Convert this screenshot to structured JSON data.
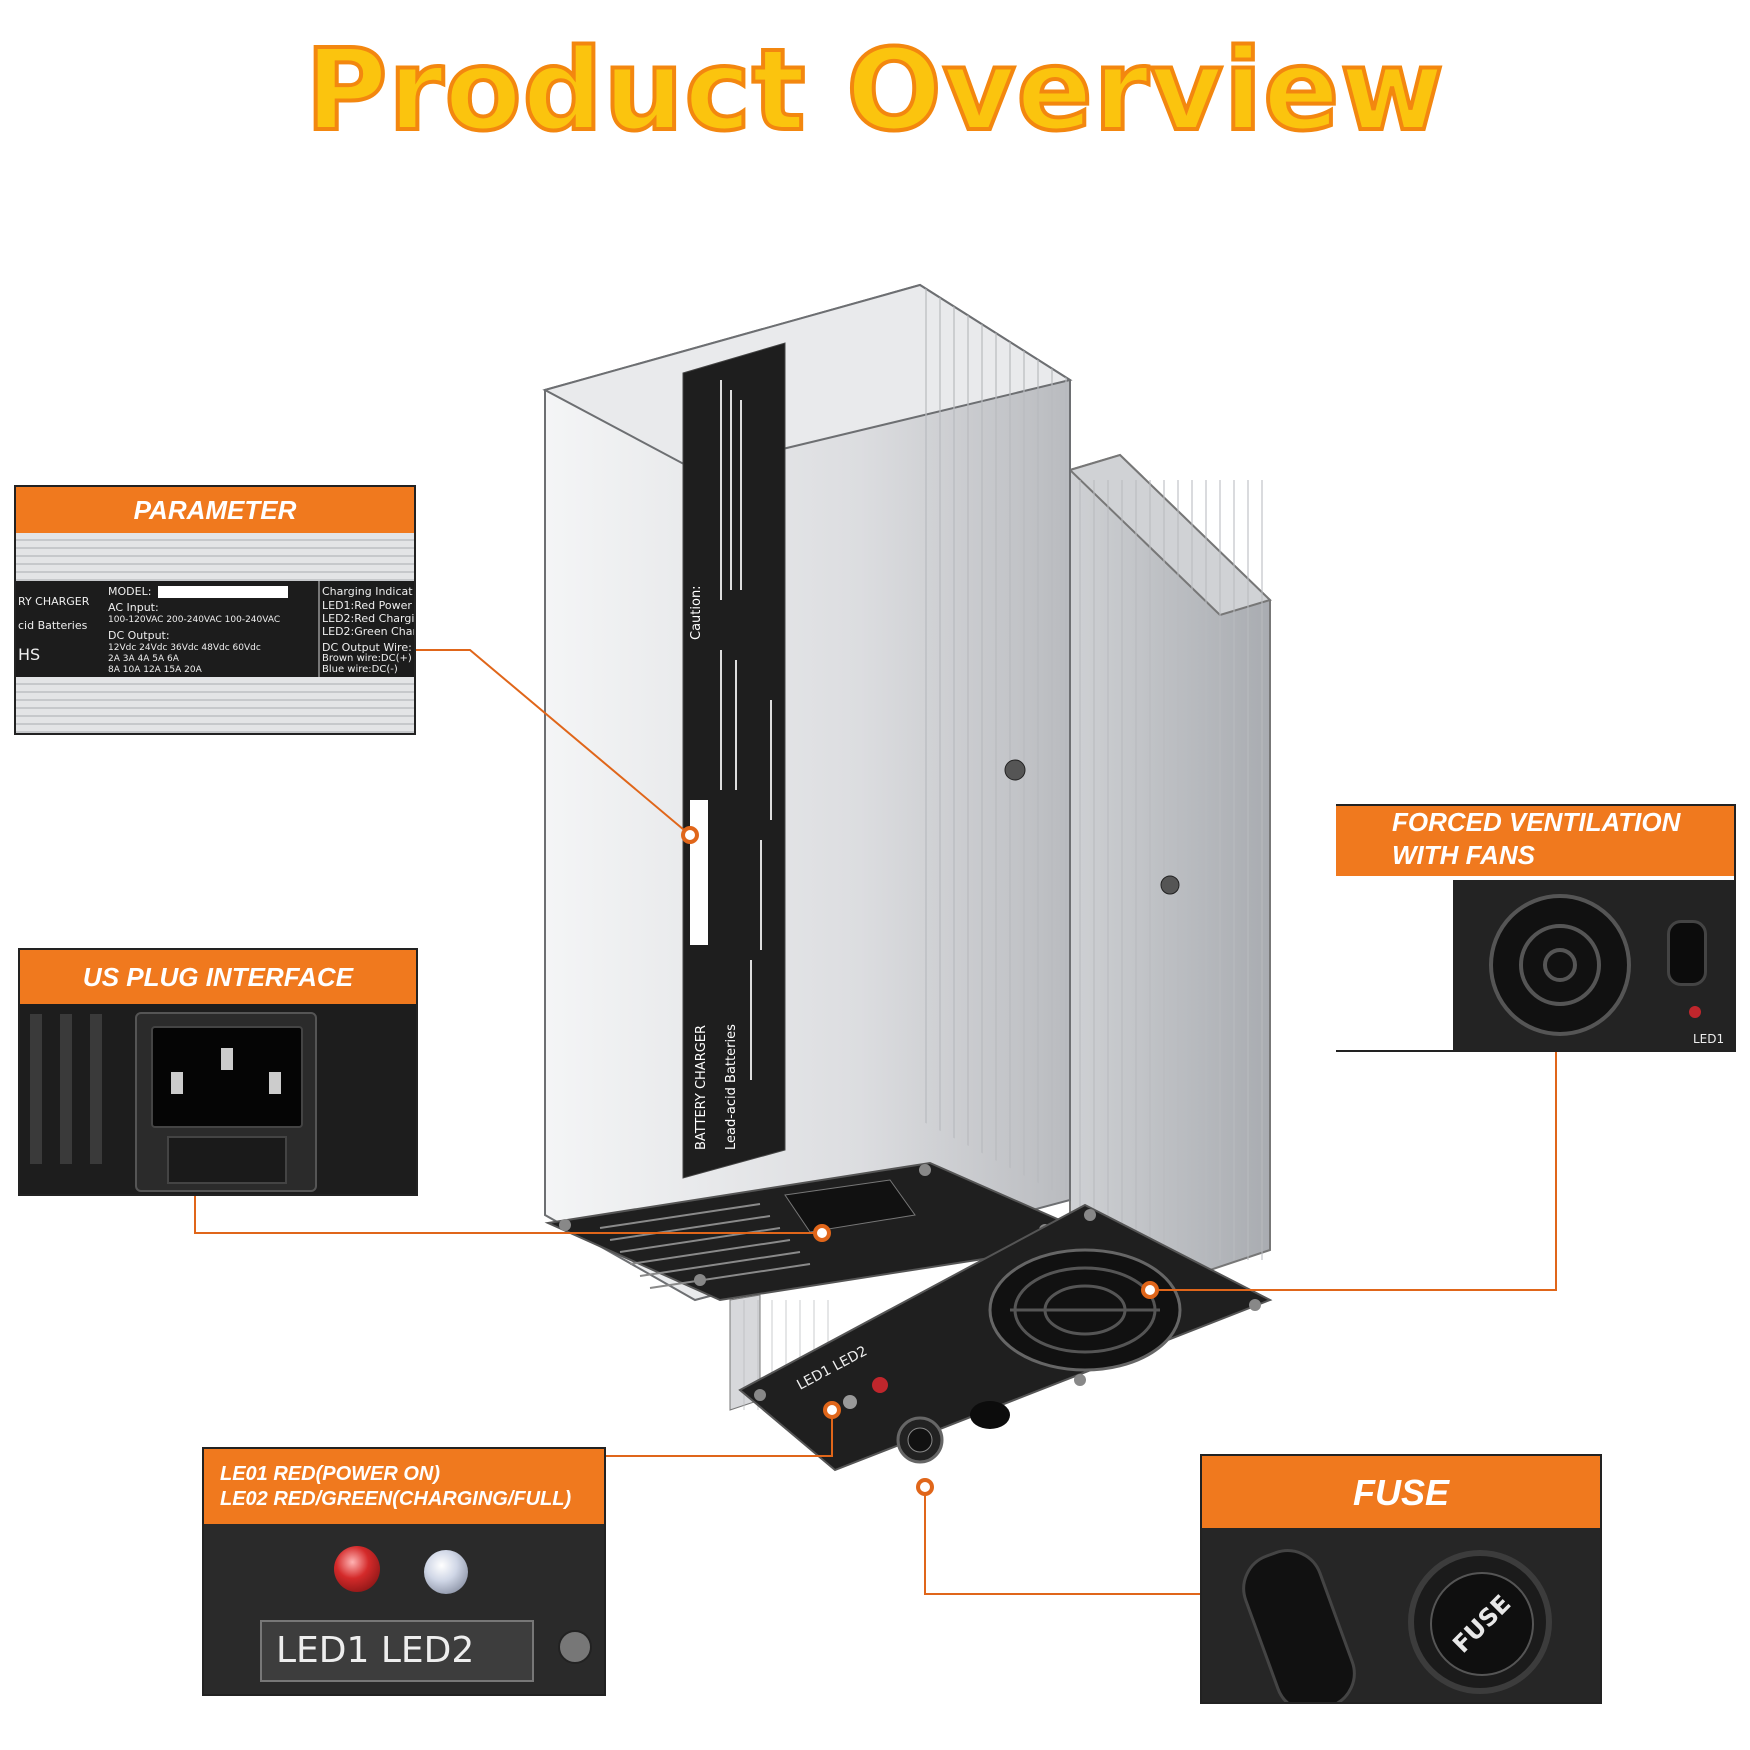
{
  "page": {
    "title": "Product Overview"
  },
  "callouts": {
    "parameter": {
      "heading": "PARAMETER",
      "label_lines": {
        "left1": "RY CHARGER",
        "left2": "cid Batteries",
        "left3": "HS",
        "model": "MODEL:",
        "ac_input": "AC Input:",
        "ac_options": "100-120VAC   200-240VAC   100-240VAC",
        "dc_output": "DC Output:",
        "volts": "12Vdc  24Vdc  36Vdc  48Vdc  60Vdc",
        "amps1": "2A    3A    4A    5A    6A",
        "amps2": "8A    10A   12A   15A   20A",
        "charging": "Charging Indicat",
        "led1": "LED1:Red Power",
        "led2": "LED2:Red Chargi",
        "led2g": "LED2:Green Char",
        "dc_wire": "DC Output Wire:",
        "brown": "Brown wire:DC(+)",
        "blue": "Blue wire:DC(-)"
      }
    },
    "us_plug": {
      "heading": "US PLUG INTERFACE"
    },
    "ventilation": {
      "heading_line1": "FORCED VENTILATION",
      "heading_line2": "WITH FANS",
      "led_fragment": "LED1"
    },
    "leds": {
      "heading_line1": "LE01 RED(POWER ON)",
      "heading_line2": "LE02 RED/GREEN(CHARGING/FULL)",
      "label": "LED1  LED2"
    },
    "fuse": {
      "heading": "FUSE",
      "cap_text": "FUSE"
    }
  },
  "device": {
    "caution_text": "Caution:",
    "charger_title": "BATTERY CHARGER",
    "charger_subtitle": "Lead-acid Batteries",
    "led_panel_label": "LED1 LED2"
  },
  "colors": {
    "accent_orange": "#F0791E",
    "title_yellow": "#FBC40E",
    "title_outline": "#F3870F",
    "aluminium": "#D9DADC",
    "panel_black": "#1E1E1E"
  }
}
